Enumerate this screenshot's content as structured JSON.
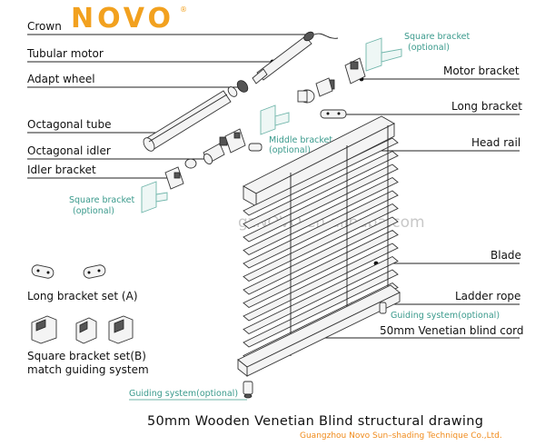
{
  "brand": {
    "logo_text": "NOVO",
    "logo_mark": "®"
  },
  "watermark": "gzNOVO.en.alibaba.com",
  "title": "50mm Wooden Venetian Blind structural drawing",
  "company": "Guangzhou Novo Sun–shading Technique Co.,Ltd.",
  "labels_left": {
    "crown": "Crown",
    "tubular_motor": "Tubular motor",
    "adapt_wheel": "Adapt wheel",
    "octagonal_tube": "Octagonal tube",
    "octagonal_idler": "Octagonal idler",
    "idler_bracket": "Idler bracket"
  },
  "labels_right": {
    "motor_bracket": "Motor bracket",
    "long_bracket": "Long bracket",
    "head_rail": "Head rail",
    "blade": "Blade",
    "ladder_rope": "Ladder rope",
    "blind_cord": "50mm Venetian blind cord"
  },
  "optional_notes": {
    "square_bracket_top": [
      "Square bracket",
      "(optional)"
    ],
    "middle_bracket": [
      "Middle bracket",
      "(optional)"
    ],
    "square_bracket_left": [
      "Square bracket",
      "(optional)"
    ],
    "guiding_right": "Guiding system(optional)",
    "guiding_bottom": "Guiding system(optional)"
  },
  "legend": {
    "long_bracket_set": "Long bracket set (A)",
    "square_bracket_set": "Square bracket set(B)",
    "match_guiding": "match guiding system"
  },
  "colors": {
    "logo": "#f2a11f",
    "company": "#f08a1a",
    "optional_text": "#3a9a8c",
    "watermark": "#c8c8c8"
  }
}
